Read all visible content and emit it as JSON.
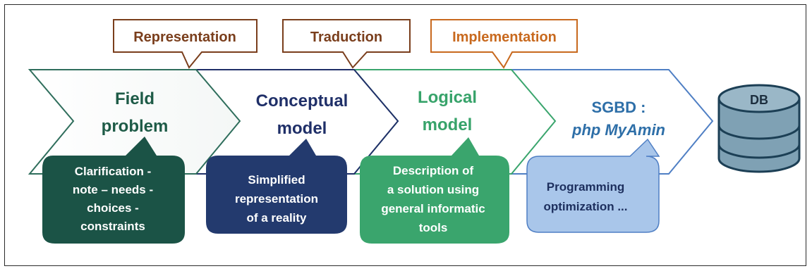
{
  "phase_labels": [
    {
      "text": "Representation",
      "color": "#7a3e1c"
    },
    {
      "text": "Traduction",
      "color": "#7a3e1c"
    },
    {
      "text": "Implementation",
      "color": "#c8691e"
    }
  ],
  "steps": [
    {
      "lines": [
        "Field",
        "problem"
      ],
      "color": "#1e5b47"
    },
    {
      "lines": [
        "Conceptual",
        "model"
      ],
      "color": "#1f2f68"
    },
    {
      "lines": [
        "Logical",
        "model"
      ],
      "color": "#37a36a"
    },
    {
      "lines": [
        "SGBD :",
        "php MyAmin"
      ],
      "color": "#2e6fa8"
    }
  ],
  "callouts": [
    {
      "lines": [
        "Clarification -",
        "note – needs -",
        "choices -",
        "constraints"
      ],
      "fill": "#1b5346",
      "text_color": "#ffffff"
    },
    {
      "lines": [
        "Simplified",
        "representation",
        "of a reality"
      ],
      "fill": "#233a6e",
      "text_color": "#ffffff"
    },
    {
      "lines": [
        "Description of",
        "a solution using",
        "general informatic",
        "tools"
      ],
      "fill": "#3aa56d",
      "text_color": "#ffffff"
    },
    {
      "lines": [
        "Programming",
        "optimization ..."
      ],
      "fill": "#a9c6ea",
      "text_color": "#1d2f5e"
    }
  ],
  "database": {
    "label": "DB",
    "fill": "#7fa1b4",
    "stroke": "#1c3f55"
  }
}
